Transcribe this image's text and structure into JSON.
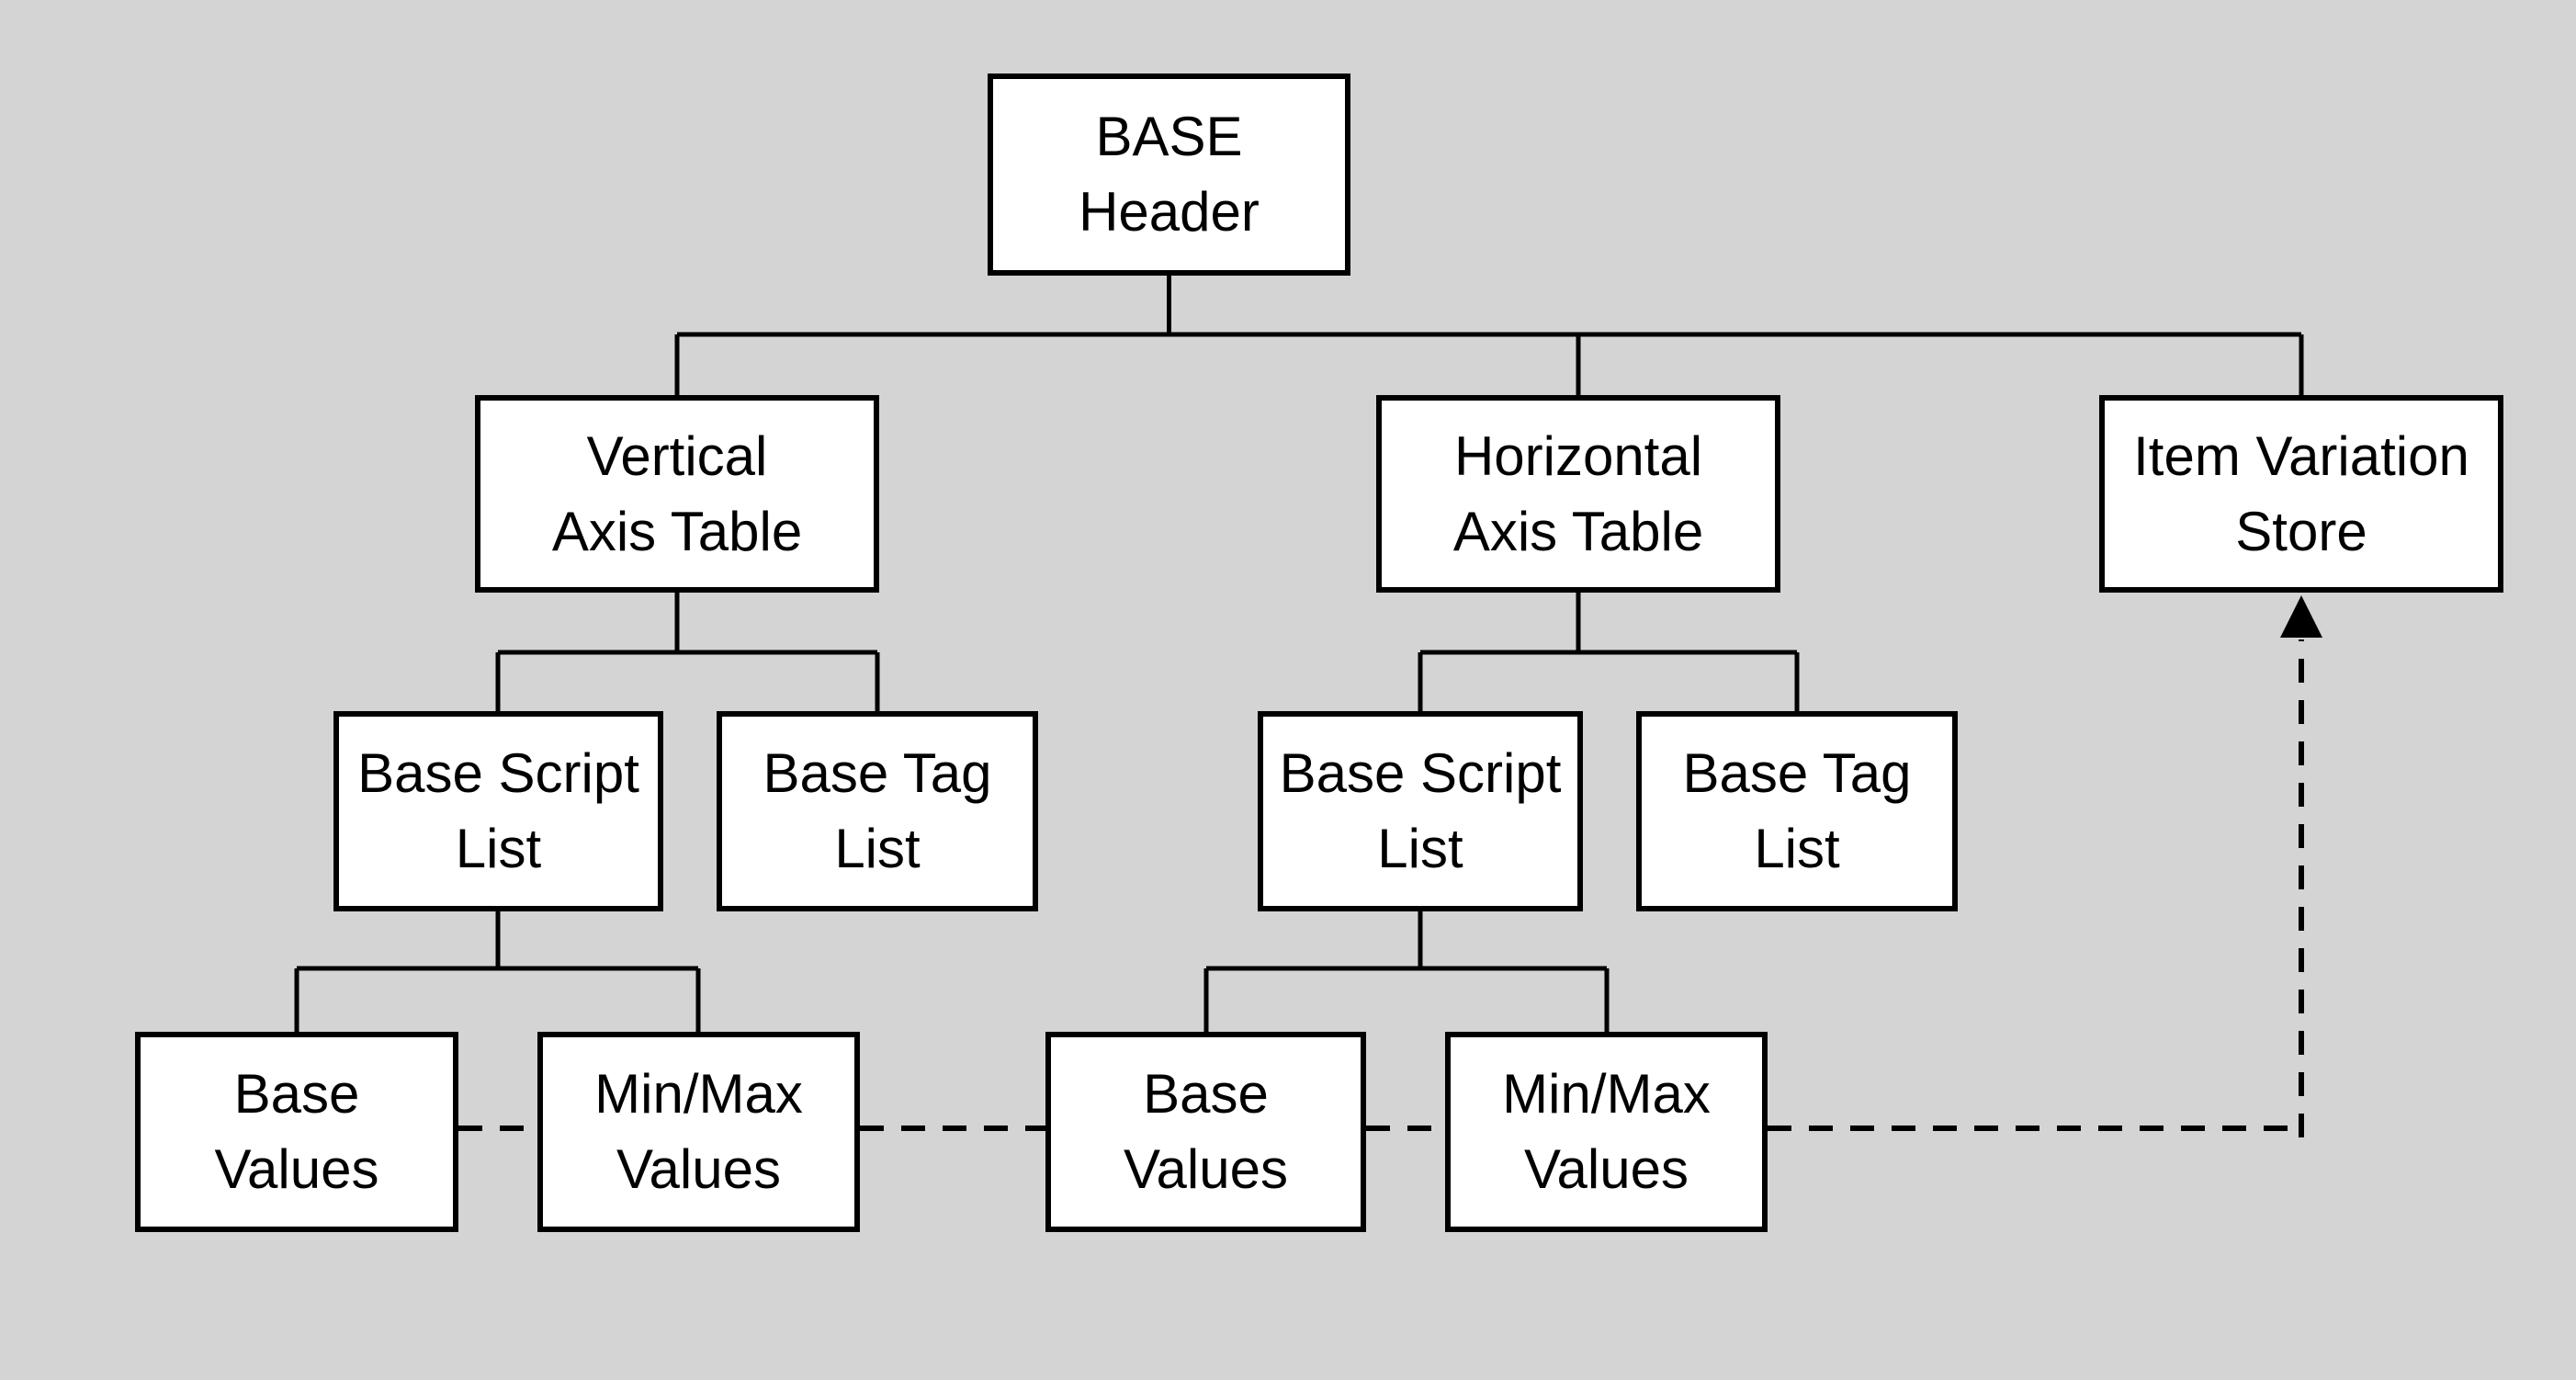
{
  "colors": {
    "background": "#d4d4d4",
    "node_fill": "#ffffff",
    "stroke": "#000000"
  },
  "diagram": {
    "nodes": {
      "base_header": {
        "label": "BASE\nHeader"
      },
      "vertical_axis_table": {
        "label": "Vertical\nAxis Table"
      },
      "horizontal_axis_table": {
        "label": "Horizontal\nAxis Table"
      },
      "item_variation_store": {
        "label": "Item Variation\nStore"
      },
      "base_script_list_left": {
        "label": "Base Script\nList"
      },
      "base_tag_list_left": {
        "label": "Base Tag\nList"
      },
      "base_script_list_right": {
        "label": "Base Script\nList"
      },
      "base_tag_list_right": {
        "label": "Base Tag\nList"
      },
      "base_values_left": {
        "label": "Base\nValues"
      },
      "min_max_values_left": {
        "label": "Min/Max\nValues"
      },
      "base_values_mid": {
        "label": "Base\nValues"
      },
      "min_max_values_mid": {
        "label": "Min/Max\nValues"
      }
    }
  }
}
